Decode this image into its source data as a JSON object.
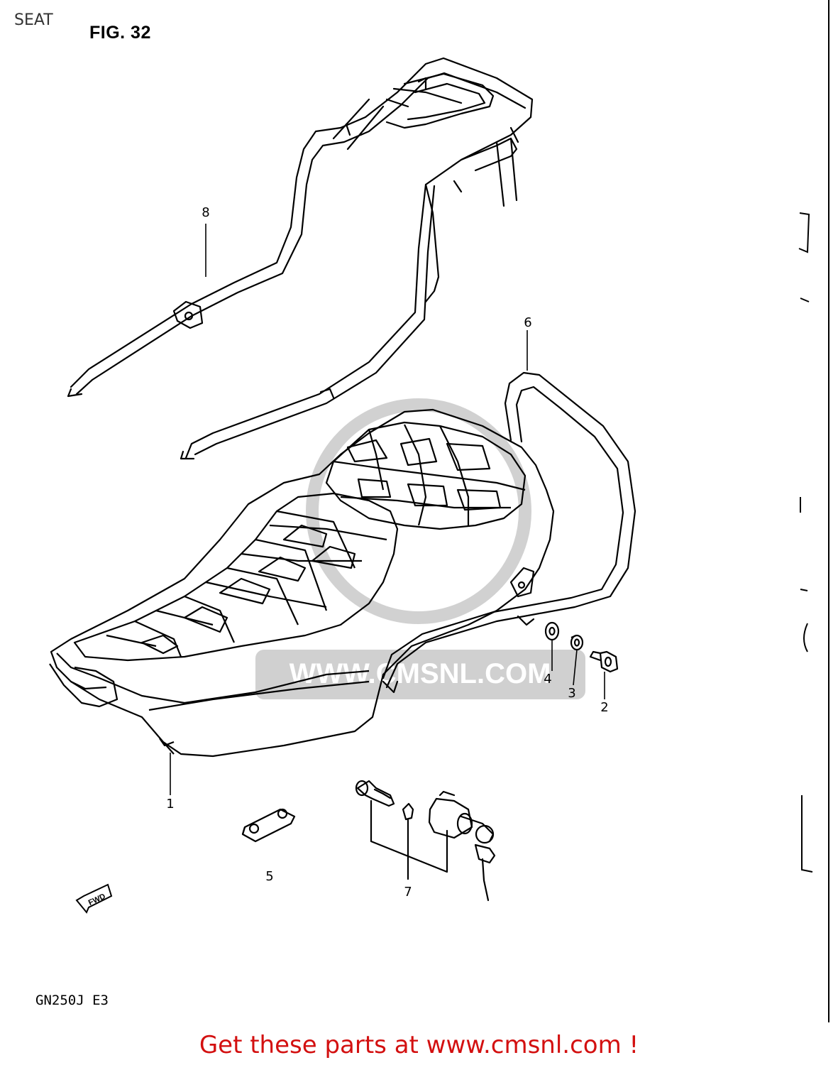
{
  "header": {
    "title": "SEAT",
    "figure": "FIG. 32"
  },
  "diagram": {
    "watermark": "WWW.CMSNL.COM",
    "callouts": [
      {
        "id": "1",
        "label": "1"
      },
      {
        "id": "2",
        "label": "2"
      },
      {
        "id": "3",
        "label": "3"
      },
      {
        "id": "4",
        "label": "4"
      },
      {
        "id": "5",
        "label": "5"
      },
      {
        "id": "6",
        "label": "6"
      },
      {
        "id": "7",
        "label": "7"
      },
      {
        "id": "8",
        "label": "8"
      }
    ],
    "fwd_marker": "FWD",
    "model_code": "GN250J  E3"
  },
  "footer": {
    "link_text": "Get these parts at www.cmsnl.com !"
  }
}
